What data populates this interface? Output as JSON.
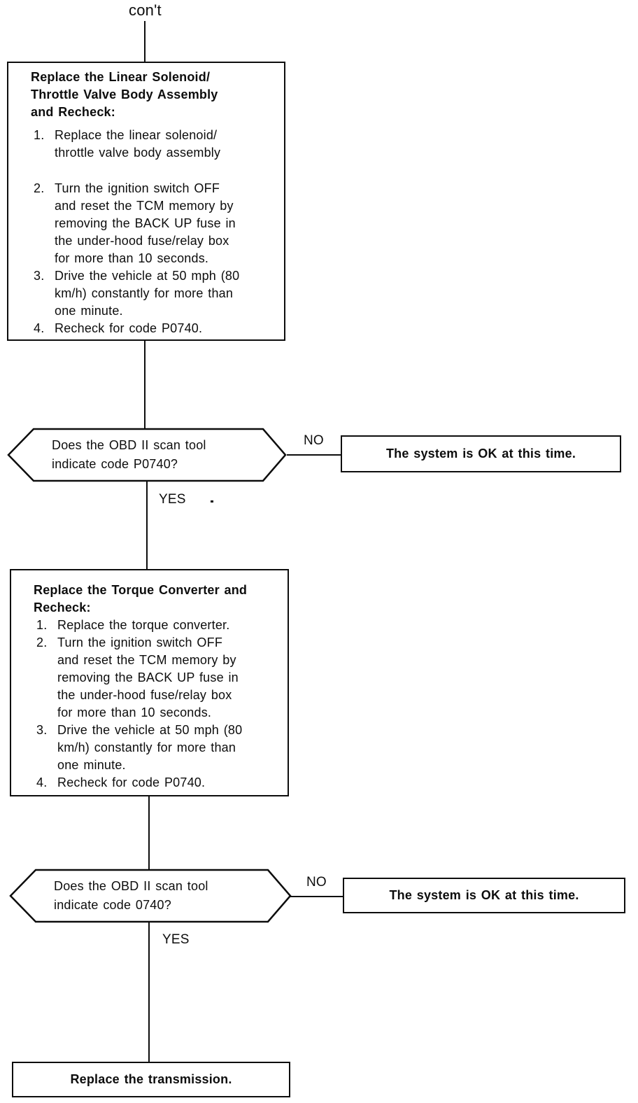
{
  "page": {
    "continuation_label": "con't"
  },
  "colors": {
    "ink": "#0d0d0d",
    "paper": "#ffffff"
  },
  "flow": {
    "process1": {
      "title": "Replace the Linear Solenoid/\nThrottle Valve Body Assembly\nand Recheck:",
      "steps": [
        {
          "num": "1.",
          "text": "Replace the linear solenoid/\nthrottle valve body assembly"
        },
        {
          "num": "2.",
          "text": "Turn the ignition switch OFF\nand reset the TCM memory by\nremoving the BACK UP fuse in\nthe under-hood fuse/relay box\nfor more than 10 seconds."
        },
        {
          "num": "3.",
          "text": "Drive the vehicle at 50 mph (80\nkm/h) constantly for more than\none minute."
        },
        {
          "num": "4.",
          "text": "Recheck for code P0740."
        }
      ]
    },
    "decision1": {
      "question": "Does the OBD II scan tool\nindicate code P0740?",
      "no_label": "NO",
      "yes_label": "YES",
      "no_result": "The system is OK at this time."
    },
    "process2": {
      "title": "Replace the Torque Converter and\nRecheck:",
      "steps": [
        {
          "num": "1.",
          "text": "Replace the torque converter."
        },
        {
          "num": "2.",
          "text": "Turn the ignition switch OFF\nand reset the TCM memory by\nremoving the BACK UP fuse in\nthe under-hood fuse/relay box\nfor more than 10 seconds."
        },
        {
          "num": "3.",
          "text": "Drive the vehicle at 50 mph (80\nkm/h) constantly for more than\none minute."
        },
        {
          "num": "4.",
          "text": "Recheck for code P0740."
        }
      ]
    },
    "decision2": {
      "question": "Does the OBD II scan tool\nindicate code 0740?",
      "no_label": "NO",
      "yes_label": "YES",
      "no_result": "The system is OK at this time."
    },
    "terminal": {
      "text": "Replace the transmission."
    }
  }
}
